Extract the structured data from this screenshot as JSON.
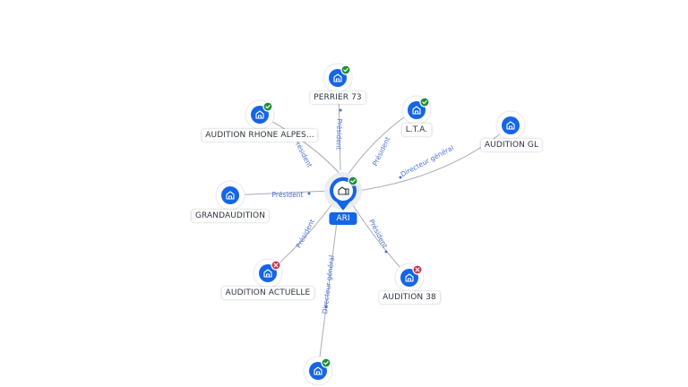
{
  "center": {
    "label": "ARI",
    "status": "ok"
  },
  "nodes": [
    {
      "id": "perrier",
      "label": "PERRIER 73",
      "status": "ok",
      "edge_label": "Président"
    },
    {
      "id": "rhone",
      "label": "AUDITION RHONE ALPES...",
      "status": "ok",
      "edge_label": "Président"
    },
    {
      "id": "lta",
      "label": "L.T.A.",
      "status": "ok",
      "edge_label": "Président"
    },
    {
      "id": "gl",
      "label": "AUDITION GL",
      "status": "none",
      "edge_label": "Directeur général"
    },
    {
      "id": "grand",
      "label": "GRANDAUDITION",
      "status": "none",
      "edge_label": "Président"
    },
    {
      "id": "actuelle",
      "label": "AUDITION ACTUELLE",
      "status": "ko",
      "edge_label": "Président"
    },
    {
      "id": "a38",
      "label": "AUDITION 38",
      "status": "ko",
      "edge_label": "Président"
    },
    {
      "id": "bottom",
      "label": "",
      "status": "ok",
      "edge_label": "Directeur général"
    }
  ],
  "icons": {
    "node": "building-icon",
    "center": "building-icon",
    "ok": "check-icon",
    "ko": "cross-icon"
  },
  "colors": {
    "node": "#1565e6",
    "ok": "#1e8e3e",
    "ko": "#d02f4e",
    "edge_label": "#4a6fd8"
  }
}
